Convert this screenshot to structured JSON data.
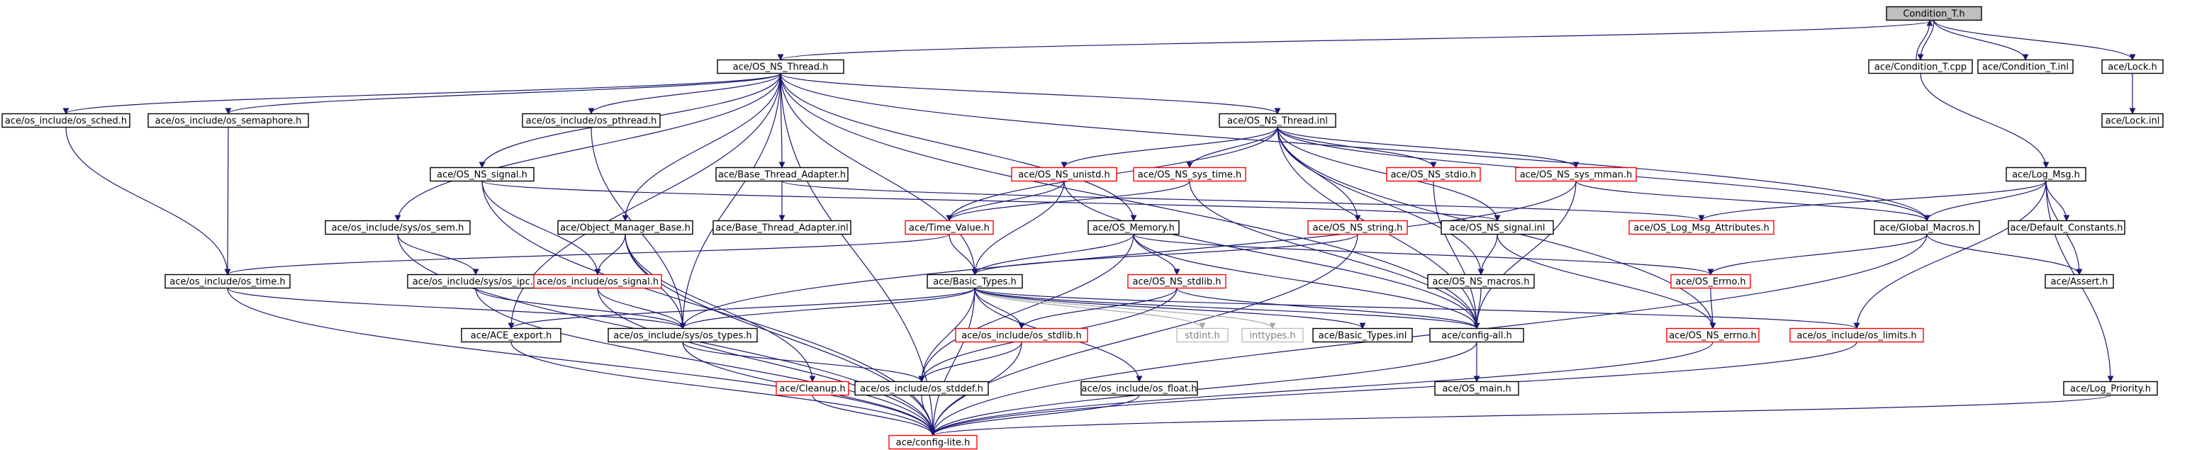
{
  "graph": {
    "nodes": [
      {
        "id": "n1",
        "label": "Condition_T.h",
        "style": "root"
      },
      {
        "id": "n2",
        "label": "ace/OS_NS_Thread.h",
        "style": "black"
      },
      {
        "id": "n3",
        "label": "ace/Condition_T.cpp",
        "style": "black"
      },
      {
        "id": "n4",
        "label": "ace/Condition_T.inl",
        "style": "black"
      },
      {
        "id": "n5",
        "label": "ace/Lock.h",
        "style": "black"
      },
      {
        "id": "n6",
        "label": "ace/Lock.inl",
        "style": "black"
      },
      {
        "id": "n7",
        "label": "ace/os_include/os_sched.h",
        "style": "black"
      },
      {
        "id": "n8",
        "label": "ace/os_include/os_semaphore.h",
        "style": "black"
      },
      {
        "id": "n9",
        "label": "ace/os_include/os_pthread.h",
        "style": "black"
      },
      {
        "id": "n10",
        "label": "ace/OS_NS_Thread.inl",
        "style": "black"
      },
      {
        "id": "n11",
        "label": "ace/OS_NS_signal.h",
        "style": "black"
      },
      {
        "id": "n12",
        "label": "ace/Base_Thread_Adapter.h",
        "style": "black"
      },
      {
        "id": "n13",
        "label": "ace/OS_NS_unistd.h",
        "style": "red"
      },
      {
        "id": "n14",
        "label": "ace/OS_NS_sys_time.h",
        "style": "red"
      },
      {
        "id": "n15",
        "label": "ace/OS_NS_stdio.h",
        "style": "red"
      },
      {
        "id": "n16",
        "label": "ace/OS_NS_sys_mman.h",
        "style": "red"
      },
      {
        "id": "n17",
        "label": "ace/Log_Msg.h",
        "style": "black"
      },
      {
        "id": "n18",
        "label": "ace/os_include/sys/os_sem.h",
        "style": "black"
      },
      {
        "id": "n19",
        "label": "ace/Object_Manager_Base.h",
        "style": "black"
      },
      {
        "id": "n20",
        "label": "ace/Base_Thread_Adapter.inl",
        "style": "black"
      },
      {
        "id": "n21",
        "label": "ace/Time_Value.h",
        "style": "red"
      },
      {
        "id": "n22",
        "label": "ace/OS_Memory.h",
        "style": "black"
      },
      {
        "id": "n23",
        "label": "ace/OS_NS_string.h",
        "style": "red"
      },
      {
        "id": "n24",
        "label": "ace/OS_NS_signal.inl",
        "style": "black"
      },
      {
        "id": "n25",
        "label": "ace/OS_Log_Msg_Attributes.h",
        "style": "red"
      },
      {
        "id": "n26",
        "label": "ace/Global_Macros.h",
        "style": "black"
      },
      {
        "id": "n27",
        "label": "ace/Default_Constants.h",
        "style": "black"
      },
      {
        "id": "n28",
        "label": "ace/os_include/os_time.h",
        "style": "black"
      },
      {
        "id": "n29",
        "label": "ace/os_include/sys/os_ipc.h",
        "style": "black"
      },
      {
        "id": "n30",
        "label": "ace/os_include/os_signal.h",
        "style": "red"
      },
      {
        "id": "n31",
        "label": "ace/Basic_Types.h",
        "style": "black"
      },
      {
        "id": "n32",
        "label": "ace/OS_NS_stdlib.h",
        "style": "red"
      },
      {
        "id": "n33",
        "label": "ace/OS_NS_macros.h",
        "style": "black"
      },
      {
        "id": "n34",
        "label": "ace/OS_Errno.h",
        "style": "red"
      },
      {
        "id": "n35",
        "label": "ace/Assert.h",
        "style": "black"
      },
      {
        "id": "n36",
        "label": "ace/ACE_export.h",
        "style": "black"
      },
      {
        "id": "n37",
        "label": "ace/os_include/sys/os_types.h",
        "style": "black"
      },
      {
        "id": "n38",
        "label": "ace/os_include/os_stdlib.h",
        "style": "red"
      },
      {
        "id": "n39",
        "label": "stdint.h",
        "style": "gray"
      },
      {
        "id": "n40",
        "label": "inttypes.h",
        "style": "gray"
      },
      {
        "id": "n41",
        "label": "ace/Basic_Types.inl",
        "style": "black"
      },
      {
        "id": "n42",
        "label": "ace/config-all.h",
        "style": "black"
      },
      {
        "id": "n43",
        "label": "ace/OS_NS_errno.h",
        "style": "red"
      },
      {
        "id": "n44",
        "label": "ace/os_include/os_limits.h",
        "style": "red"
      },
      {
        "id": "n45",
        "label": "ace/Cleanup.h",
        "style": "red"
      },
      {
        "id": "n46",
        "label": "ace/os_include/os_stddef.h",
        "style": "black"
      },
      {
        "id": "n47",
        "label": "ace/os_include/os_float.h",
        "style": "black"
      },
      {
        "id": "n48",
        "label": "ace/OS_main.h",
        "style": "black"
      },
      {
        "id": "n49",
        "label": "ace/Log_Priority.h",
        "style": "black"
      },
      {
        "id": "n50",
        "label": "ace/config-lite.h",
        "style": "red"
      }
    ],
    "edges": [
      [
        "n1",
        "n2"
      ],
      [
        "n1",
        "n3"
      ],
      [
        "n1",
        "n4"
      ],
      [
        "n1",
        "n5"
      ],
      [
        "n3",
        "n1"
      ],
      [
        "n3",
        "n17"
      ],
      [
        "n5",
        "n6"
      ],
      [
        "n2",
        "n7"
      ],
      [
        "n2",
        "n8"
      ],
      [
        "n2",
        "n9"
      ],
      [
        "n2",
        "n10"
      ],
      [
        "n2",
        "n11"
      ],
      [
        "n2",
        "n12"
      ],
      [
        "n2",
        "n18"
      ],
      [
        "n2",
        "n19"
      ],
      [
        "n2",
        "n22"
      ],
      [
        "n2",
        "n31"
      ],
      [
        "n2",
        "n36"
      ],
      [
        "n2",
        "n37"
      ],
      [
        "n2",
        "n26"
      ],
      [
        "n2",
        "n42"
      ],
      [
        "n2",
        "n50"
      ],
      [
        "n7",
        "n28"
      ],
      [
        "n8",
        "n28"
      ],
      [
        "n9",
        "n37"
      ],
      [
        "n10",
        "n13"
      ],
      [
        "n10",
        "n14"
      ],
      [
        "n10",
        "n15"
      ],
      [
        "n10",
        "n16"
      ],
      [
        "n10",
        "n23"
      ],
      [
        "n10",
        "n21"
      ],
      [
        "n10",
        "n33"
      ],
      [
        "n10",
        "n24"
      ],
      [
        "n10",
        "n43"
      ],
      [
        "n10",
        "n26"
      ],
      [
        "n10",
        "n42"
      ],
      [
        "n11",
        "n30"
      ],
      [
        "n11",
        "n50"
      ],
      [
        "n11",
        "n24"
      ],
      [
        "n12",
        "n20"
      ],
      [
        "n12",
        "n25"
      ],
      [
        "n13",
        "n21"
      ],
      [
        "n13",
        "n31"
      ],
      [
        "n13",
        "n42"
      ],
      [
        "n14",
        "n21"
      ],
      [
        "n14",
        "n42"
      ],
      [
        "n15",
        "n42"
      ],
      [
        "n16",
        "n26"
      ],
      [
        "n16",
        "n42"
      ],
      [
        "n16",
        "n37"
      ],
      [
        "n17",
        "n25"
      ],
      [
        "n17",
        "n26"
      ],
      [
        "n17",
        "n27"
      ],
      [
        "n17",
        "n35"
      ],
      [
        "n17",
        "n44"
      ],
      [
        "n17",
        "n49"
      ],
      [
        "n18",
        "n29"
      ],
      [
        "n18",
        "n50"
      ],
      [
        "n19",
        "n30"
      ],
      [
        "n19",
        "n37"
      ],
      [
        "n19",
        "n45"
      ],
      [
        "n19",
        "n50"
      ],
      [
        "n21",
        "n28"
      ],
      [
        "n21",
        "n31"
      ],
      [
        "n22",
        "n31"
      ],
      [
        "n22",
        "n32"
      ],
      [
        "n22",
        "n46"
      ],
      [
        "n22",
        "n34"
      ],
      [
        "n22",
        "n42"
      ],
      [
        "n23",
        "n31"
      ],
      [
        "n23",
        "n50"
      ],
      [
        "n24",
        "n33"
      ],
      [
        "n24",
        "n43"
      ],
      [
        "n26",
        "n34"
      ],
      [
        "n26",
        "n35"
      ],
      [
        "n26",
        "n50"
      ],
      [
        "n28",
        "n37"
      ],
      [
        "n28",
        "n50"
      ],
      [
        "n29",
        "n37"
      ],
      [
        "n29",
        "n50"
      ],
      [
        "n30",
        "n37"
      ],
      [
        "n30",
        "n50"
      ],
      [
        "n31",
        "n36"
      ],
      [
        "n31",
        "n37"
      ],
      [
        "n31",
        "n38"
      ],
      [
        "n31",
        "n39"
      ],
      [
        "n31",
        "n40"
      ],
      [
        "n31",
        "n41"
      ],
      [
        "n31",
        "n42"
      ],
      [
        "n31",
        "n44"
      ],
      [
        "n31",
        "n46"
      ],
      [
        "n31",
        "n47"
      ],
      [
        "n31",
        "n50"
      ],
      [
        "n32",
        "n38"
      ],
      [
        "n32",
        "n46"
      ],
      [
        "n32",
        "n42"
      ],
      [
        "n33",
        "n42"
      ],
      [
        "n34",
        "n43"
      ],
      [
        "n36",
        "n50"
      ],
      [
        "n37",
        "n46"
      ],
      [
        "n37",
        "n50"
      ],
      [
        "n38",
        "n46"
      ],
      [
        "n38",
        "n50"
      ],
      [
        "n42",
        "n48"
      ],
      [
        "n42",
        "n50"
      ],
      [
        "n43",
        "n50"
      ],
      [
        "n44",
        "n50"
      ],
      [
        "n45",
        "n50"
      ],
      [
        "n46",
        "n50"
      ],
      [
        "n47",
        "n50"
      ],
      [
        "n49",
        "n50"
      ]
    ]
  },
  "colors": {
    "edge": "#191970",
    "edge_gray": "#a9a9a9",
    "border_black": "#000000",
    "border_red": "#ff0000",
    "border_gray": "#bfbfbf",
    "root_fill": "#bfbfbf",
    "text": "#000000",
    "text_gray": "#7f7f7f"
  }
}
